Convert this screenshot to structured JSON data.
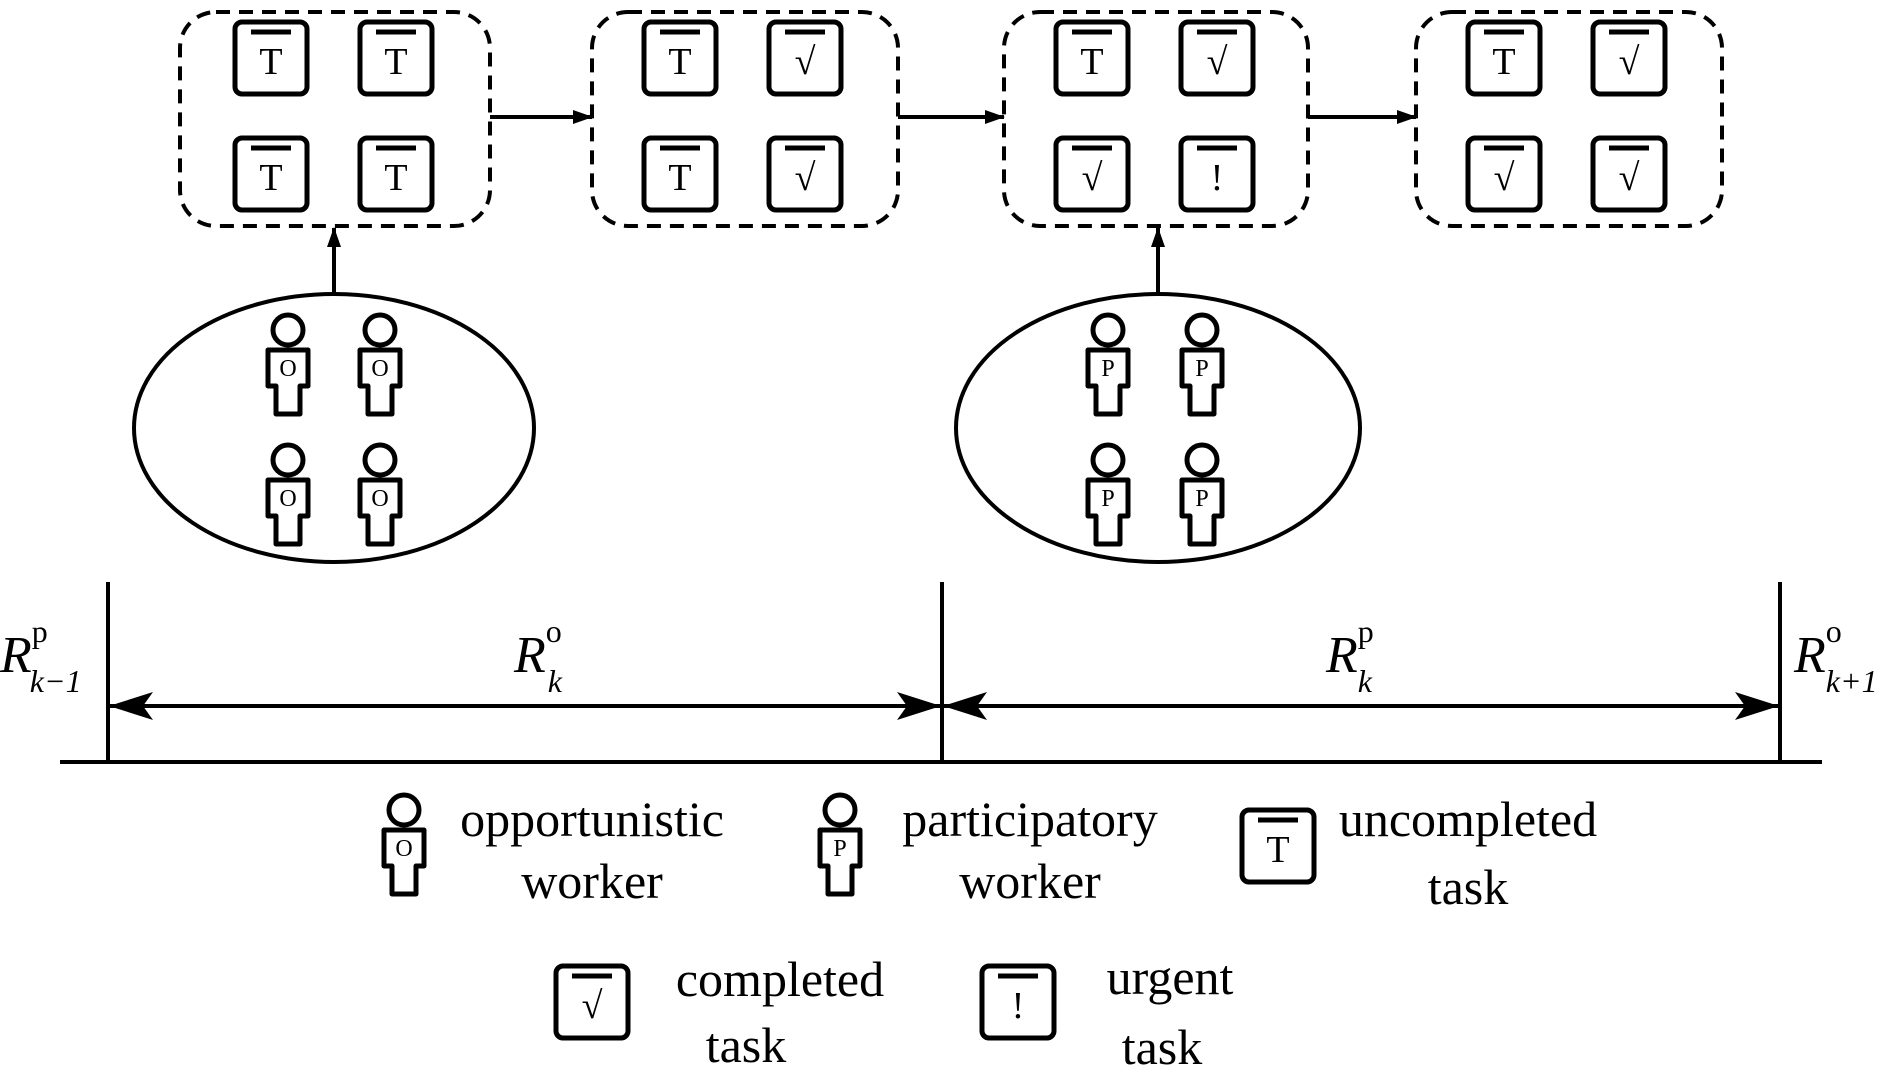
{
  "task_groups": [
    {
      "tasks": [
        "T",
        "T",
        "T",
        "T"
      ]
    },
    {
      "tasks": [
        "T",
        "√",
        "T",
        "√"
      ]
    },
    {
      "tasks": [
        "T",
        "√",
        "√",
        "!"
      ]
    },
    {
      "tasks": [
        "T",
        "√",
        "√",
        "√"
      ]
    }
  ],
  "worker_groups": [
    {
      "type": "opportunistic",
      "label": "O",
      "count": 4
    },
    {
      "type": "participatory",
      "label": "P",
      "count": 4
    }
  ],
  "timeline": {
    "boundaries": [
      {
        "base": "R",
        "sup": "p",
        "sub": "k−1"
      },
      {
        "base": "R",
        "sup": "o",
        "sub": "k+1"
      }
    ],
    "periods": [
      {
        "base": "R",
        "sup": "o",
        "sub": "k"
      },
      {
        "base": "R",
        "sup": "p",
        "sub": "k"
      }
    ]
  },
  "legend": {
    "opportunistic": {
      "icon_glyph": "O",
      "line1": "opportunistic",
      "line2": "worker"
    },
    "participatory": {
      "icon_glyph": "P",
      "line1": "participatory",
      "line2": "worker"
    },
    "uncompleted": {
      "icon_glyph": "T",
      "line1": "uncompleted",
      "line2": "task"
    },
    "completed": {
      "icon_glyph": "√",
      "line1": "completed",
      "line2": "task"
    },
    "urgent": {
      "icon_glyph": "!",
      "line1": "urgent",
      "line2": "task"
    }
  }
}
